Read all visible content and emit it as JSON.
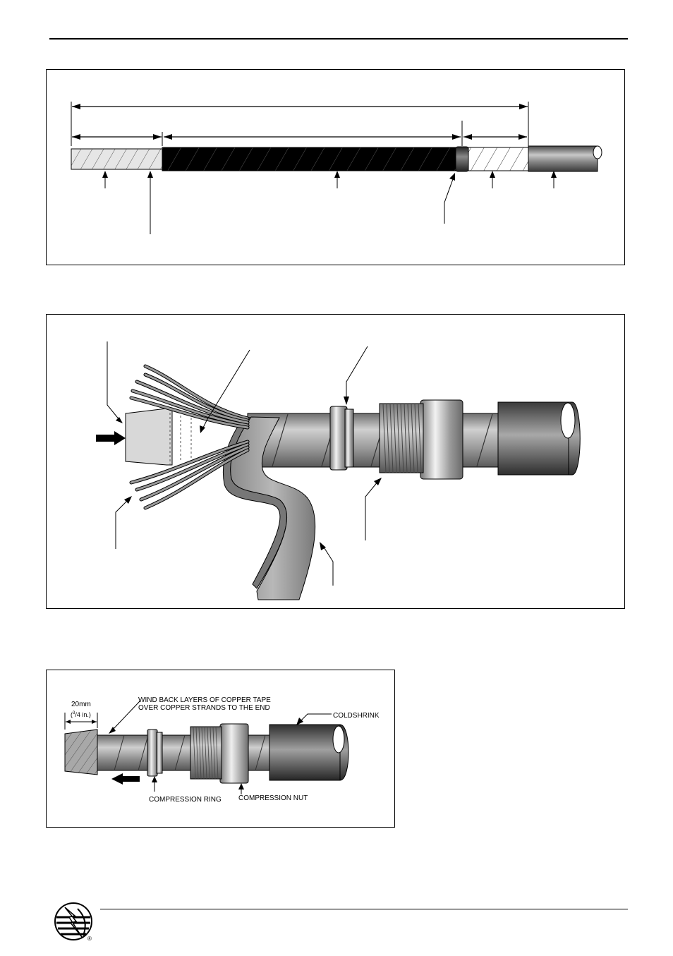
{
  "figure3": {
    "dimension_label": "20mm",
    "dimension_sub": "(3/4 in.)",
    "dimension_sub_super": "3",
    "dimension_sub_rest": "/4 in.)",
    "dimension_sub_pre": "(",
    "wind_back_line1": "WIND BACK LAYERS OF COPPER TAPE",
    "wind_back_line2": "OVER COPPER STRANDS TO THE END",
    "coldshrink": "COLDSHRINK",
    "compression_ring": "COMPRESSION RING",
    "compression_nut": "COMPRESSION NUT"
  },
  "footer": {
    "registered_mark": "®"
  }
}
